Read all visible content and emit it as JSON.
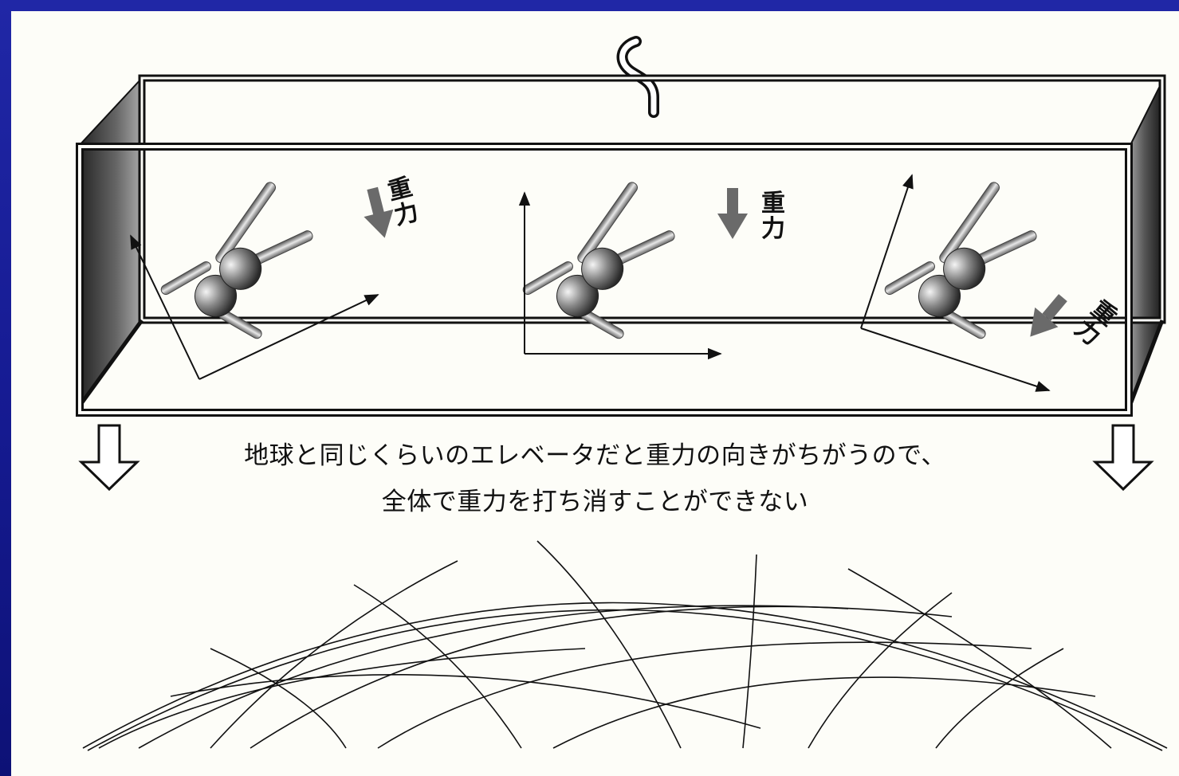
{
  "diagram": {
    "caption_line1": "地球と同じくらいのエレベータだと重力の向きがちがうので、",
    "caption_line2": "全体で重力を打ち消すことができない",
    "gravity_label": "重力",
    "gravity_label_chars": [
      "重",
      "力"
    ]
  },
  "colors": {
    "background": "#1a1f9c",
    "panel": "#fdfdf8",
    "ink": "#111111",
    "gravity_arrow": "#6a6a6a"
  }
}
